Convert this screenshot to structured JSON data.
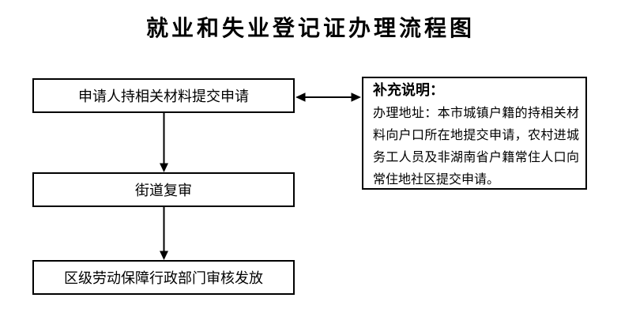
{
  "title": "就业和失业登记证办理流程图",
  "flow": {
    "steps": [
      {
        "label": "申请人持相关材料提交申请"
      },
      {
        "label": "街道复审"
      },
      {
        "label": "区级劳动保障行政部门审核发放"
      }
    ]
  },
  "note": {
    "heading": "补充说明：",
    "body": "办理地址：本市城镇户籍的持相关材料向户口所在地提交申请，农村进城务工人员及非湖南省户籍常住人口向常住地社区提交申请。"
  },
  "colors": {
    "line": "#000000",
    "text": "#000000",
    "background": "#ffffff"
  }
}
